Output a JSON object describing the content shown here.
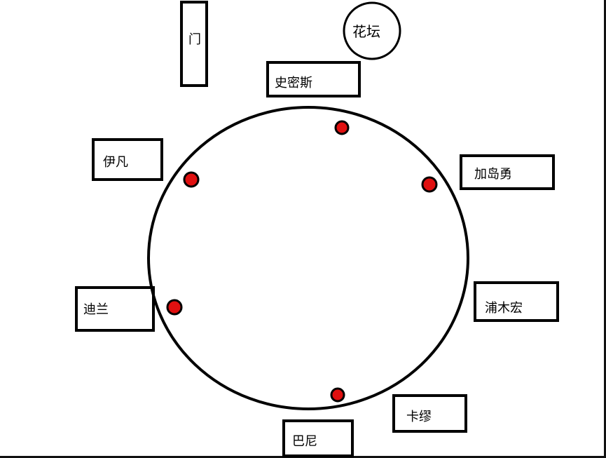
{
  "diagram": {
    "labels": {
      "door": "门",
      "flowerbed": "花坛",
      "smith": "史密斯",
      "ivan": "伊凡",
      "kashima": "加岛勇",
      "urakihiro": "浦木宏",
      "dylan": "迪兰",
      "camus": "卡缪",
      "barney": "巴尼"
    },
    "colors": {
      "stroke": "#000000",
      "seat": "#e01010"
    },
    "seat_count": 5
  }
}
